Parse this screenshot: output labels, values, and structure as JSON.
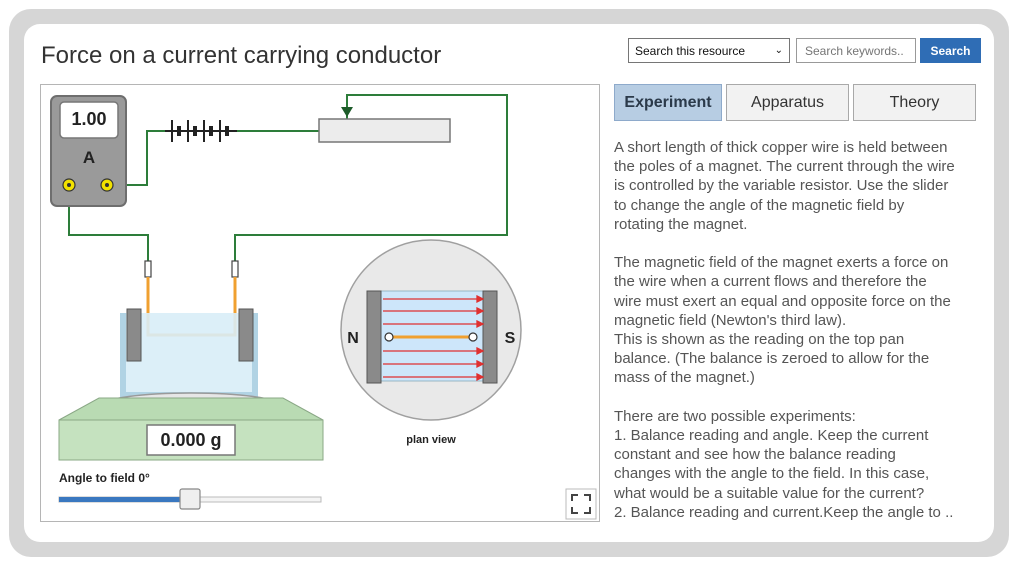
{
  "header": {
    "title": "Force on a current carrying conductor",
    "search_scope": "Search this resource",
    "search_placeholder": "Search keywords..",
    "search_button": "Search"
  },
  "sim": {
    "ammeter_value": "1.00",
    "ammeter_unit": "A",
    "balance_reading": "0.000 g",
    "angle_label": "Angle to field 0°",
    "angle_value_deg": 0,
    "magnet_north": "N",
    "magnet_south": "S",
    "plan_view_label": "plan view",
    "colors": {
      "wire": "#2d7d3a",
      "conductor": "#f0a030",
      "field_lines": "#e03030",
      "slider_fill": "#3a78c0"
    }
  },
  "tabs": [
    {
      "label": "Experiment",
      "active": true
    },
    {
      "label": "Apparatus",
      "active": false
    },
    {
      "label": "Theory",
      "active": false
    }
  ],
  "description": {
    "p1": [
      "A short length of thick copper wire is held between",
      "the poles of a magnet. The current through the wire",
      "is controlled by the variable resistor. Use the slider",
      "to change the angle of the magnetic field by",
      "rotating the magnet."
    ],
    "p2": [
      "The magnetic field of the magnet exerts a force on",
      "the wire when a current flows and therefore the",
      "wire must exert an equal and opposite force on the",
      "magnetic field (Newton's third law).",
      "This is shown as the reading on the top pan",
      "balance. (The balance is zeroed to allow for the",
      "mass of the magnet.)"
    ],
    "p3": [
      "There are two possible experiments:",
      "1. Balance reading and angle. Keep the current",
      "constant and see how the balance reading",
      "changes with the angle to the field. In this case,",
      "what would be a suitable value for the current?",
      "2. Balance reading and current.Keep the angle to .."
    ]
  }
}
